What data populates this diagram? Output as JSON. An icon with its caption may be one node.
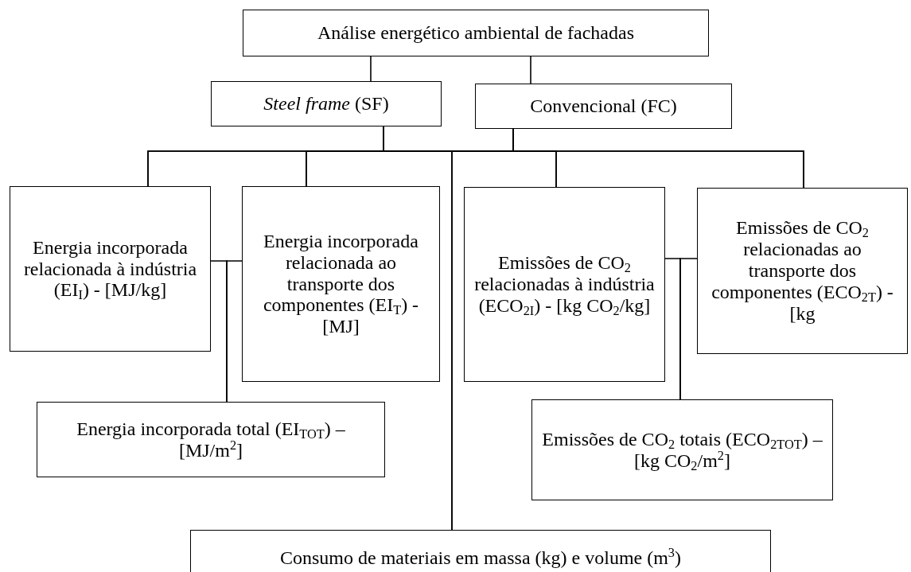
{
  "diagram": {
    "nodes": [
      {
        "text": [
          "Análise energético ambiental de fachadas"
        ]
      },
      {
        "text": [
          "*Steel frame* (SF)"
        ]
      },
      {
        "text": [
          "Convencional (FC)"
        ]
      },
      {
        "text": [
          "Energia incorporada relacionada à indústria (EI$_{I}$) - [MJ/kg]"
        ]
      },
      {
        "text": [
          "Energia incorporada relacionada ao transporte dos componentes (EI$_{T}$) - [MJ]"
        ]
      },
      {
        "text": [
          "Emissões de CO$_{2}$ relacionadas à indústria (ECO$_{2I}$) - [kg CO$_{2}$/kg]"
        ]
      },
      {
        "text": [
          "Emissões de CO$_{2}$ relacionadas ao transporte dos componentes (ECO$_{2T}$) - [kg"
        ]
      },
      {
        "text": [
          "Energia incorporada total (EI$_{TOT}$) – [MJ/m$^{2}$]"
        ]
      },
      {
        "text": [
          "Emissões de CO$_{2}$ totais (ECO$_{2TOT}$) – [kg CO$_{2}$/m$^{2}$]"
        ]
      },
      {
        "text": [
          "Consumo de materiais em massa (kg) e volume (m$^{3}$)"
        ]
      }
    ],
    "edges": [
      {
        "from": 0,
        "to": 1,
        "arrow": "none"
      },
      {
        "from": 0,
        "to": 2,
        "arrow": "none"
      },
      {
        "from": 1,
        "to": 3,
        "arrow": "none"
      },
      {
        "from": 1,
        "to": 4,
        "arrow": "none"
      },
      {
        "from": 1,
        "to": 5,
        "arrow": "none"
      },
      {
        "from": 1,
        "to": 6,
        "arrow": "none"
      },
      {
        "from": 1,
        "to": 9,
        "arrow": "none"
      },
      {
        "from": 2,
        "to": 3,
        "arrow": "none"
      },
      {
        "from": 2,
        "to": 4,
        "arrow": "none"
      },
      {
        "from": 2,
        "to": 5,
        "arrow": "none"
      },
      {
        "from": 2,
        "to": 6,
        "arrow": "none"
      },
      {
        "from": 2,
        "to": 9,
        "arrow": "none"
      },
      {
        "from": 3,
        "to": 7,
        "arrow": "none"
      },
      {
        "from": 4,
        "to": 7,
        "arrow": "none"
      },
      {
        "from": 5,
        "to": 8,
        "arrow": "none"
      },
      {
        "from": 6,
        "to": 8,
        "arrow": "none"
      }
    ]
  }
}
